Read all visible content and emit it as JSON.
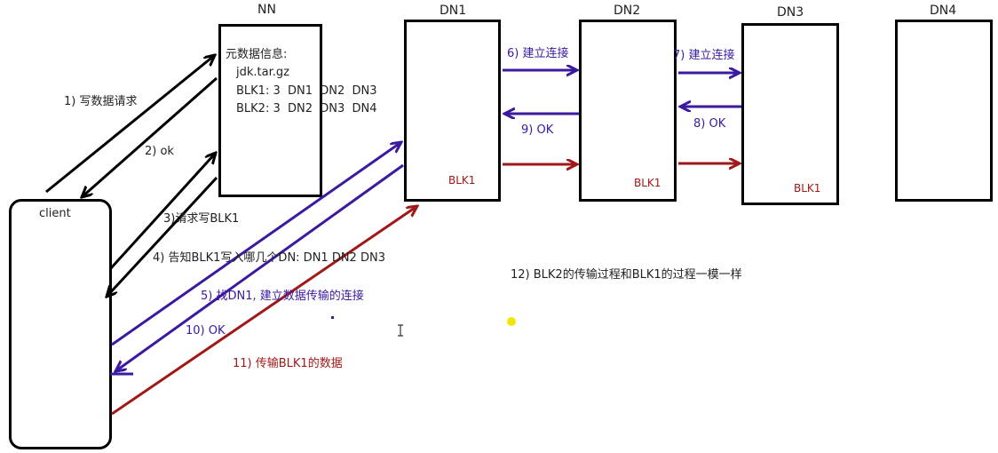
{
  "nodes": {
    "nn": {
      "title": "NN"
    },
    "dn1": {
      "title": "DN1",
      "block": "BLK1"
    },
    "dn2": {
      "title": "DN2",
      "block": "BLK1"
    },
    "dn3": {
      "title": "DN3",
      "block": "BLK1"
    },
    "dn4": {
      "title": "DN4"
    },
    "client": {
      "title": "client"
    }
  },
  "metadata": {
    "header": "元数据信息:",
    "file": "jdk.tar.gz",
    "blk1": "BLK1: 3  DN1  DN2  DN3",
    "blk2": "BLK2: 3  DN2  DN3  DN4"
  },
  "steps": {
    "s1": "1) 写数据请求",
    "s2": "2)  ok",
    "s3": "3)请求写BLK1",
    "s4": "4) 告知BLK1写入哪几个DN: DN1  DN2  DN3",
    "s5": "5) 找DN1, 建立数据传输的连接",
    "s6": "6) 建立连接",
    "s7": "7) 建立连接",
    "s8": "8) OK",
    "s9": "9) OK",
    "s10": "10) OK",
    "s11": "11) 传输BLK1的数据",
    "s12": "12) BLK2的传输过程和BLK1的过程一模一样"
  },
  "colors": {
    "black": "#000000",
    "purple": "#3b1aa0",
    "red": "#a01818",
    "highlight": "#f2e600"
  }
}
